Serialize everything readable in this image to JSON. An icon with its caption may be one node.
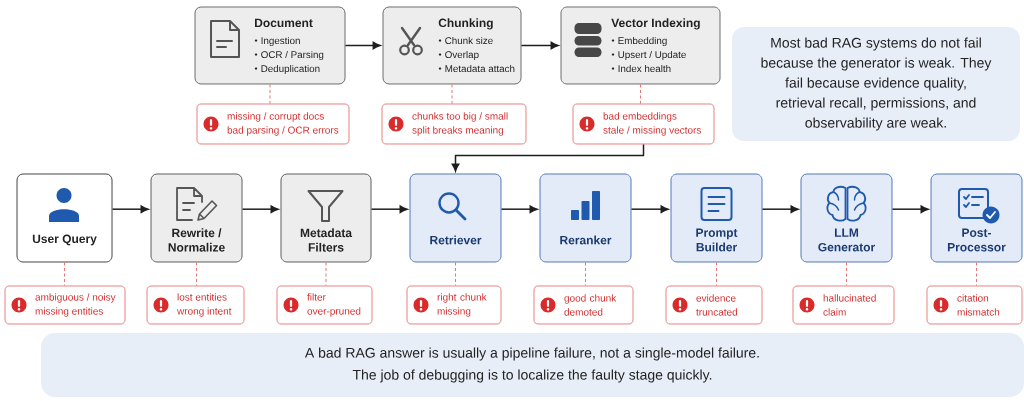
{
  "diagram": {
    "nodes": [
      {
        "text": [
          "Document",
          "Ingestion",
          "OCR / Parsing",
          "Deduplication"
        ]
      },
      {
        "text": [
          "Chunking",
          "Chunk size",
          "Overlap",
          "Metadata attach"
        ]
      },
      {
        "text": [
          "Vector Indexing",
          "Embedding",
          "Upsert / Update",
          "Index health"
        ]
      },
      {
        "text": [
          "Most bad RAG systems do not fail because the generator is weak. They fail because evidence quality, retrieval recall, permissions, and observability are weak."
        ]
      },
      {
        "text": [
          "missing / corrupt docs",
          "bad parsing / OCR errors"
        ]
      },
      {
        "text": [
          "chunks too big / small",
          "split breaks meaning"
        ]
      },
      {
        "text": [
          "bad embeddings",
          "stale / missing vectors"
        ]
      },
      {
        "text": [
          "User Query"
        ]
      },
      {
        "text": [
          "Rewrite / Normalize"
        ]
      },
      {
        "text": [
          "Metadata Filters"
        ]
      },
      {
        "text": [
          "Retriever"
        ]
      },
      {
        "text": [
          "Reranker"
        ]
      },
      {
        "text": [
          "Prompt Builder"
        ]
      },
      {
        "text": [
          "LLM Generator"
        ]
      },
      {
        "text": [
          "Post-Processor"
        ]
      },
      {
        "text": [
          "ambiguous / noisy",
          "missing entities"
        ]
      },
      {
        "text": [
          "lost entities",
          "wrong intent"
        ]
      },
      {
        "text": [
          "filter over-pruned"
        ]
      },
      {
        "text": [
          "right chunk missing"
        ]
      },
      {
        "text": [
          "good chunk demoted"
        ]
      },
      {
        "text": [
          "evidence truncated"
        ]
      },
      {
        "text": [
          "hallucinated claim"
        ]
      },
      {
        "text": [
          "citation mismatch"
        ]
      },
      {
        "text": [
          "A bad RAG answer is usually a pipeline failure, not a single-model failure.",
          "The job of debugging is to localize the faulty stage quickly."
        ]
      }
    ],
    "edges": [
      {
        "from": 0,
        "to": 1,
        "arrow": "to",
        "color": "#1e1e1e"
      },
      {
        "from": 1,
        "to": 2,
        "arrow": "to",
        "color": "#1e1e1e"
      },
      {
        "from": 6,
        "to": 10,
        "arrow": "to",
        "color": "#1e1e1e"
      },
      {
        "from": 7,
        "to": 8,
        "arrow": "to",
        "color": "#1e1e1e"
      },
      {
        "from": 8,
        "to": 9,
        "arrow": "to",
        "color": "#1e1e1e"
      },
      {
        "from": 9,
        "to": 10,
        "arrow": "to",
        "color": "#1e1e1e"
      },
      {
        "from": 10,
        "to": 11,
        "arrow": "to",
        "color": "#1e1e1e"
      },
      {
        "from": 11,
        "to": 12,
        "arrow": "to",
        "color": "#1e1e1e"
      },
      {
        "from": 12,
        "to": 13,
        "arrow": "to",
        "color": "#1e1e1e"
      },
      {
        "from": 13,
        "to": 14,
        "arrow": "to",
        "color": "#1e1e1e"
      },
      {
        "from": 0,
        "to": 4,
        "arrow": "none",
        "style": "dashed",
        "color": "#e57373"
      },
      {
        "from": 1,
        "to": 5,
        "arrow": "none",
        "style": "dashed",
        "color": "#e57373"
      },
      {
        "from": 2,
        "to": 6,
        "arrow": "none",
        "style": "dashed",
        "color": "#e57373"
      },
      {
        "from": 7,
        "to": 15,
        "arrow": "none",
        "style": "dashed",
        "color": "#e57373"
      },
      {
        "from": 8,
        "to": 16,
        "arrow": "none",
        "style": "dashed",
        "color": "#e57373"
      },
      {
        "from": 9,
        "to": 17,
        "arrow": "none",
        "style": "dashed",
        "color": "#e57373"
      },
      {
        "from": 10,
        "to": 18,
        "arrow": "none",
        "style": "dashed",
        "color": "#e57373"
      },
      {
        "from": 11,
        "to": 19,
        "arrow": "none",
        "style": "dashed",
        "color": "#e57373"
      },
      {
        "from": 12,
        "to": 20,
        "arrow": "none",
        "style": "dashed",
        "color": "#e57373"
      },
      {
        "from": 13,
        "to": 21,
        "arrow": "none",
        "style": "dashed",
        "color": "#e57373"
      },
      {
        "from": 14,
        "to": 22,
        "arrow": "none",
        "style": "dashed",
        "color": "#e57373"
      }
    ]
  }
}
